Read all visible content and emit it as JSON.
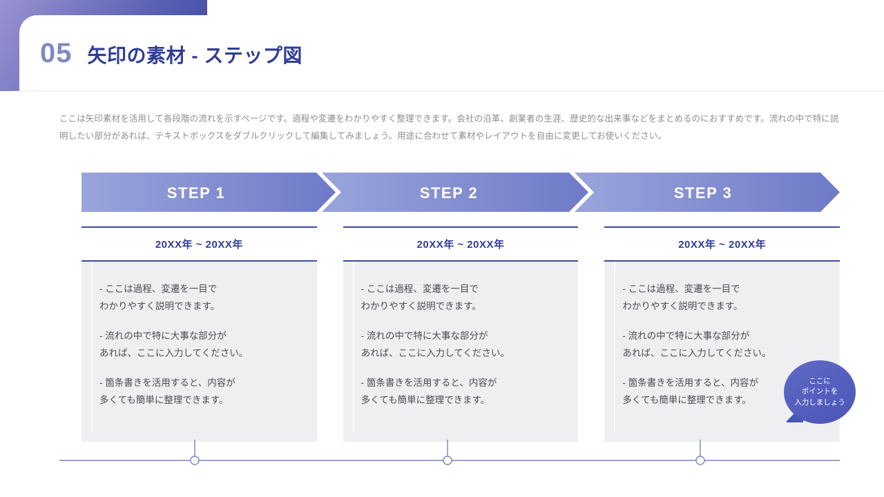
{
  "header": {
    "page_number": "05",
    "title": "矢印の素材 - ステップ図",
    "number_color": "#8189c4",
    "title_color": "#2f3d96"
  },
  "intro": {
    "paragraph": "ここは矢印素材を活用して各段階の流れを示すページです。過程や変遷をわかりやすく整理できます。会社の沿革、創業者の生涯、歴史的な出来事などをまとめるのにおすすめです。流れの中で特に説明したい部分があれば、テキストボックスをダブルクリックして編集してみましょう。用途に合わせて素材やレイアウトを自由に変更してお使いください。"
  },
  "steps_bar": {
    "gradient_from": "#9aa4db",
    "gradient_to": "#6f7ac8",
    "labels": [
      "STEP 1",
      "STEP 2",
      "STEP 3"
    ]
  },
  "columns": [
    {
      "date": "20XX年 ~ 20XX年",
      "bullets": [
        "- ここは過程、変遷を一目で\nわかりやすく説明できます。",
        "- 流れの中で特に大事な部分が\nあれば、ここに入力してください。",
        "- 箇条書きを活用すると、内容が\n多くても簡単に整理できます。"
      ]
    },
    {
      "date": "20XX年 ~ 20XX年",
      "bullets": [
        "- ここは過程、変遷を一目で\nわかりやすく説明できます。",
        "- 流れの中で特に大事な部分が\nあれば、ここに入力してください。",
        "- 箇条書きを活用すると、内容が\n多くても簡単に整理できます。"
      ]
    },
    {
      "date": "20XX年 ~ 20XX年",
      "bullets": [
        "- ここは過程、変遷を一目で\nわかりやすく説明できます。",
        "- 流れの中で特に大事な部分が\nあれば、ここに入力してください。",
        "- 箇条書きを活用すると、内容が\n多くても簡単に整理できます。"
      ]
    }
  ],
  "bubble": {
    "text": "ここに\nポイントを\n入力しましょう",
    "color": "#4a55b8"
  },
  "timeline": {
    "line_color": "#7b82c4",
    "marker_count": 3
  }
}
